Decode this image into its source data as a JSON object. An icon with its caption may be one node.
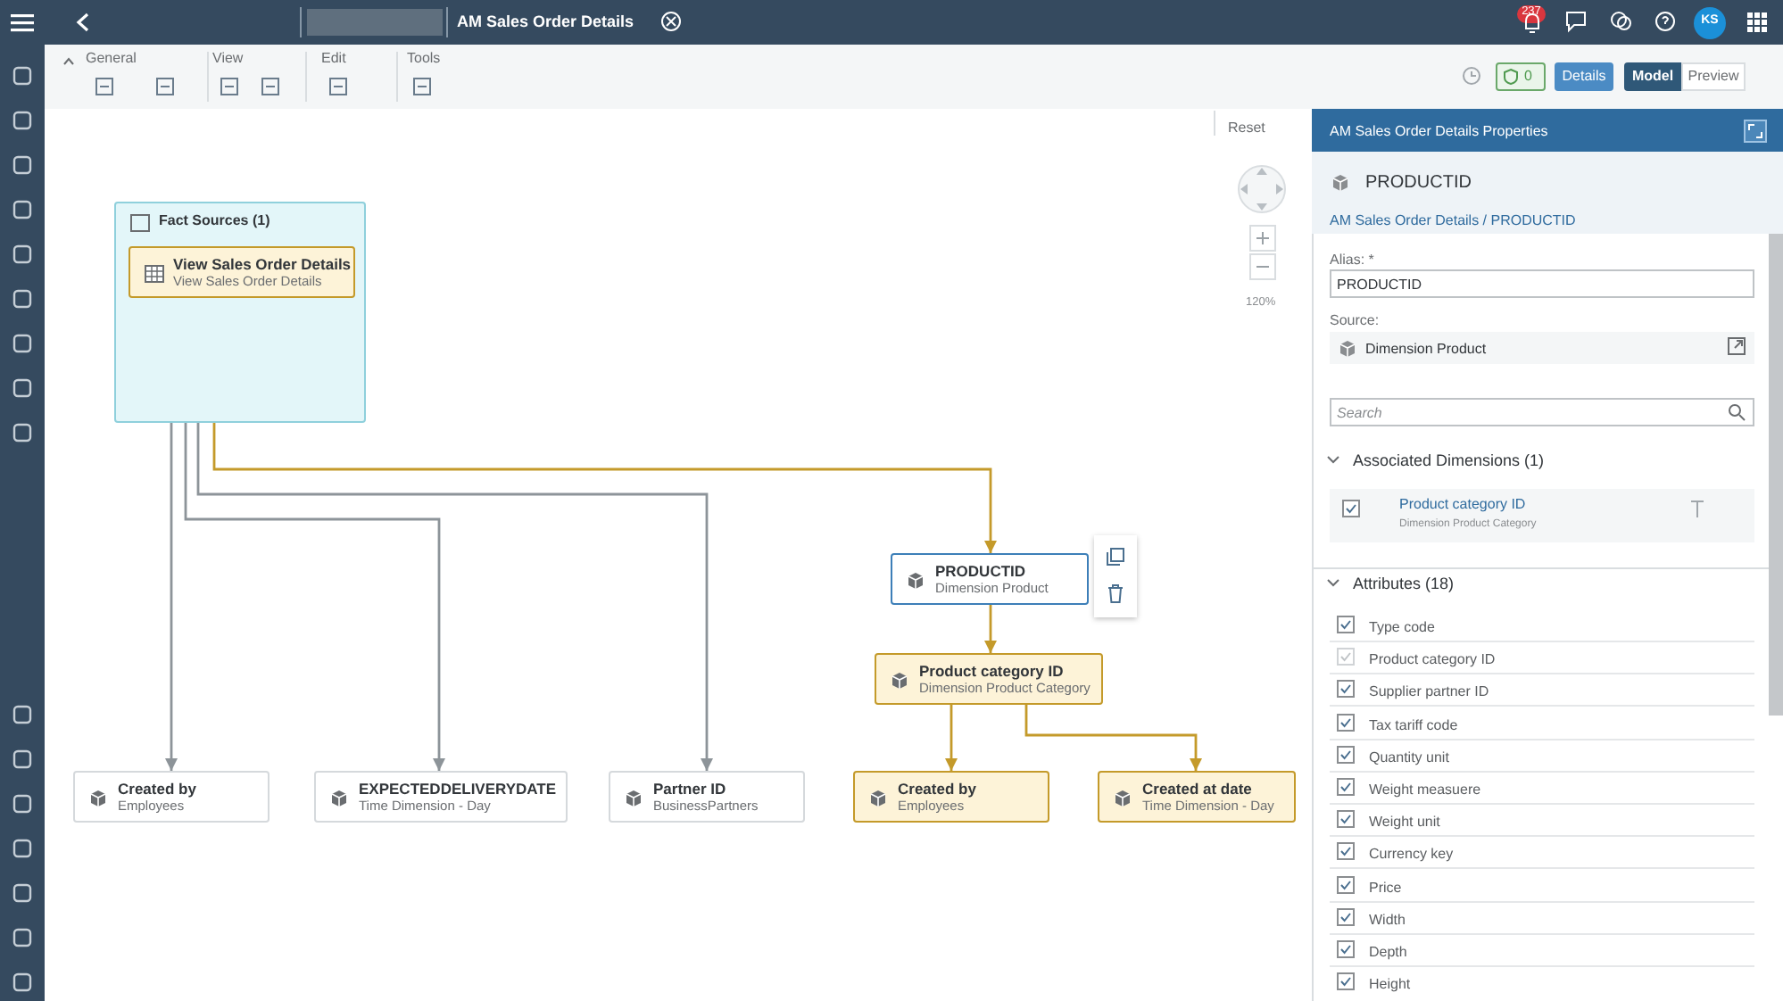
{
  "diagram": {
    "nodes": [
      {
        "text": [
          "Fact Sources (1)"
        ]
      },
      {
        "text": [
          "View Sales Order Details",
          "View Sales Order Details"
        ],
        "in": 0
      },
      {
        "text": [
          "PRODUCTID",
          "Dimension Product"
        ]
      },
      {
        "text": [
          "Product category ID",
          "Dimension Product Category"
        ]
      },
      {
        "text": [
          "Created by",
          "Employees"
        ]
      },
      {
        "text": [
          "EXPECTEDDELIVERYDATE",
          "Time Dimension - Day"
        ]
      },
      {
        "text": [
          "Partner ID",
          "BusinessPartners"
        ]
      },
      {
        "text": [
          "Created by",
          "Employees"
        ]
      },
      {
        "text": [
          "Created at date",
          "Time Dimension - Day"
        ]
      }
    ],
    "edges": [
      {
        "from": 1,
        "to": 4,
        "arrow": "to",
        "color": "#8d9499"
      },
      {
        "from": 1,
        "to": 5,
        "arrow": "to",
        "color": "#8d9499"
      },
      {
        "from": 1,
        "to": 6,
        "arrow": "to",
        "color": "#8d9499"
      },
      {
        "from": 1,
        "to": 2,
        "arrow": "to"
      },
      {
        "from": 2,
        "to": 3,
        "arrow": "to"
      },
      {
        "from": 3,
        "to": 7,
        "arrow": "to"
      },
      {
        "from": 3,
        "to": 8,
        "arrow": "to"
      }
    ],
    "labels": [
      "AM Sales Order Details",
      "General",
      "View",
      "Edit",
      "Tools",
      "237",
      "KS",
      "0",
      "Details",
      "Model",
      "Preview",
      "Reset",
      "120%",
      "AM Sales Order Details Properties",
      "PRODUCTID",
      "AM Sales Order Details / PRODUCTID",
      "Alias: *",
      "PRODUCTID",
      "Source:",
      "Dimension Product",
      "Search",
      "Associated Dimensions (1)",
      "Product category ID",
      "Dimension Product Category",
      "Attributes (18)",
      "Type code",
      "Product category ID",
      "Supplier partner ID",
      "Tax tariff code",
      "Quantity unit",
      "Weight measuere",
      "Weight unit",
      "Currency key",
      "Price",
      "Width",
      "Depth",
      "Height"
    ]
  }
}
